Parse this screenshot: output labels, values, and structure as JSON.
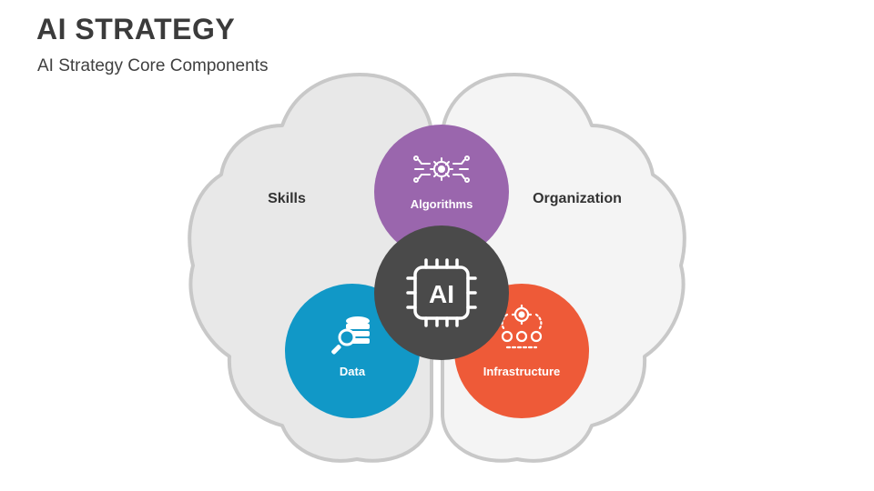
{
  "header": {
    "title": "AI STRATEGY",
    "subtitle": "AI Strategy Core Components"
  },
  "diagram": {
    "left_lobe_label": "Skills",
    "right_lobe_label": "Organization",
    "center_label": "AI",
    "nodes": [
      {
        "label": "Algorithms",
        "color": "#9a66ad",
        "icon": "gear-network-icon"
      },
      {
        "label": "Data",
        "color": "#1198c7",
        "icon": "database-search-icon"
      },
      {
        "label": "Infrastructure",
        "color": "#ee5a38",
        "icon": "gears-process-icon"
      }
    ],
    "center_color": "#4a4a4a",
    "lobe_fill_left": "#e8e8e8",
    "lobe_fill_right": "#f4f4f4",
    "lobe_stroke": "#c8c8c8"
  }
}
